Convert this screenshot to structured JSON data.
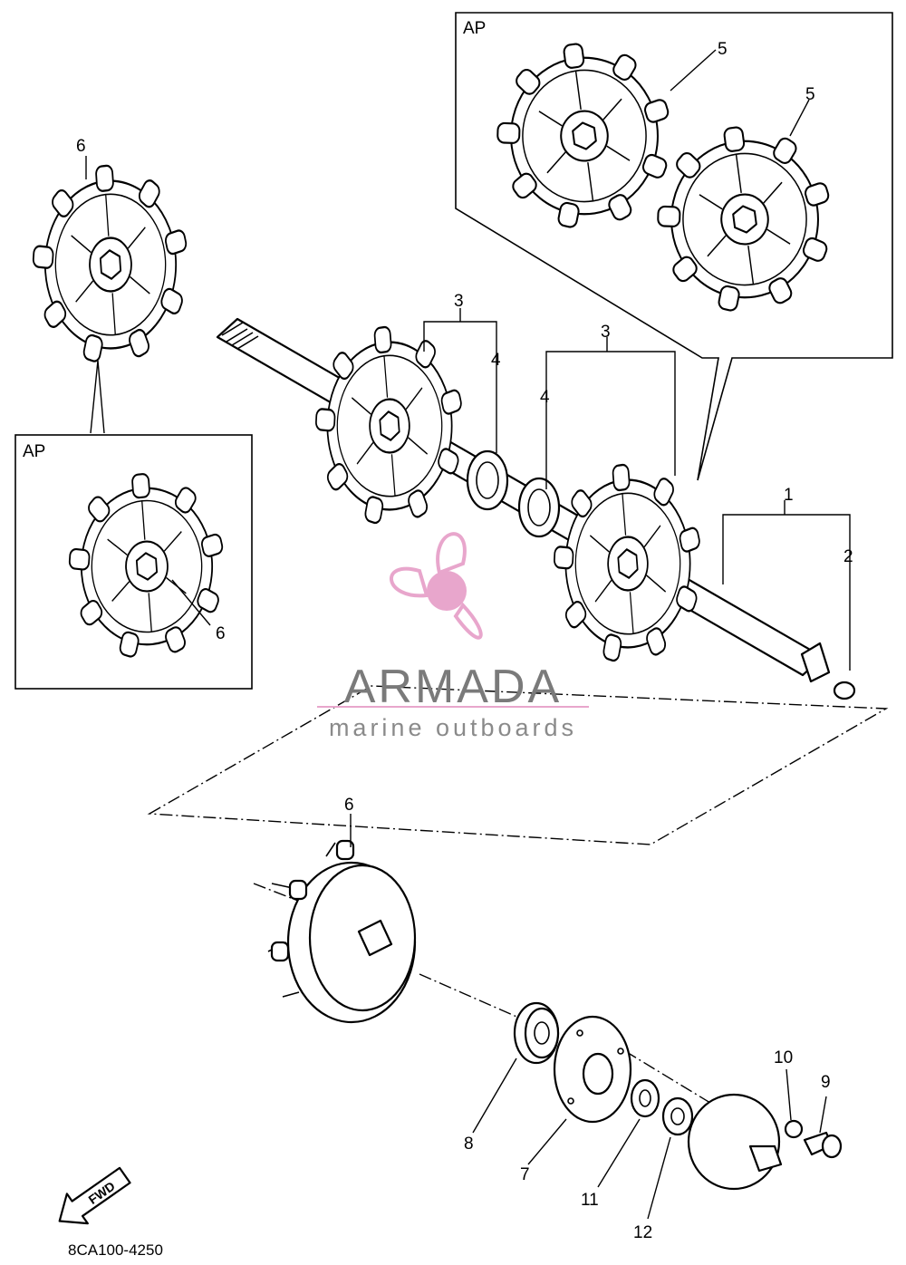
{
  "callouts": {
    "c1": "1",
    "c2": "2",
    "c3a": "3",
    "c3b": "3",
    "c4a": "4",
    "c4b": "4",
    "c5a": "5",
    "c5b": "5",
    "c6a": "6",
    "c6b": "6",
    "c6c": "6",
    "c7": "7",
    "c8": "8",
    "c9": "9",
    "c10": "10",
    "c11": "11",
    "c12": "12"
  },
  "boxes": {
    "top_right_label": "AP",
    "left_label": "AP"
  },
  "part_code": "8CA100-4250",
  "fwd_label": "FWD",
  "watermark": {
    "title": "ARMADA",
    "subtitle": "marine outboards"
  },
  "colors": {
    "ink": "#000000",
    "logo_pink": "#e8a6cc",
    "watermark_gray": "#7a7a7a"
  }
}
